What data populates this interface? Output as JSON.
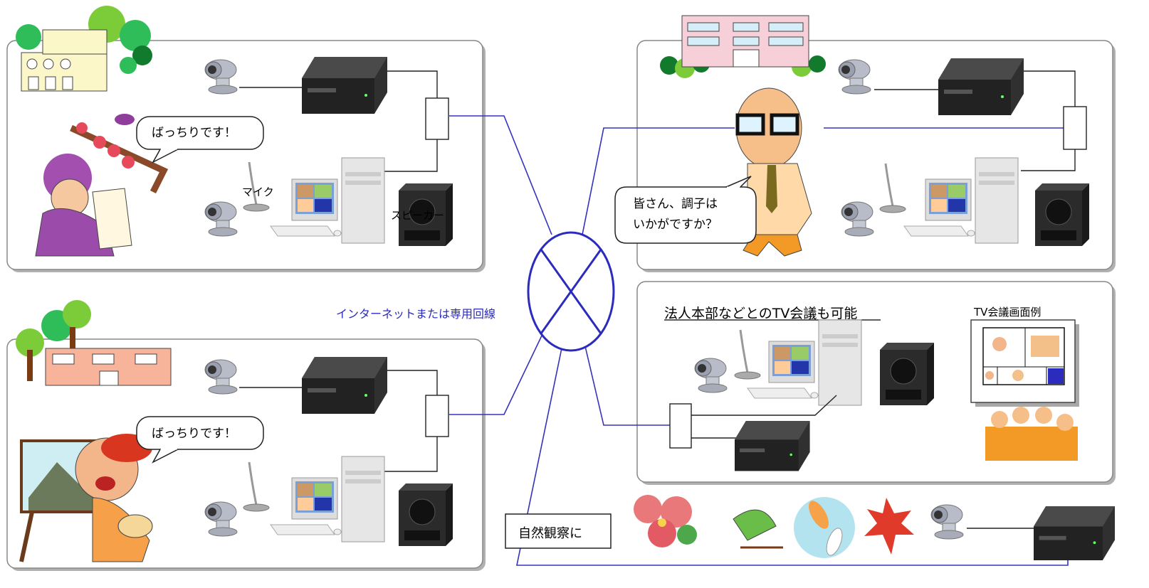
{
  "network_label": "インターネットまたは専用回線",
  "sites": {
    "top_left": {
      "speech": "ばっちりです！",
      "mic_label": "マイク",
      "speaker_label": "スピーカー"
    },
    "bottom_left": {
      "speech": "ばっちりです！"
    },
    "top_right": {
      "speech_line1": "皆さん、調子は",
      "speech_line2": "いかがですか？"
    },
    "middle_right": {
      "title": "法人本部などとのTV会議も可能",
      "screen_caption": "TV会議画面例"
    },
    "bottom": {
      "label": "自然観察に"
    }
  },
  "colors": {
    "network_line": "#3333bb",
    "panel_border": "#888888",
    "panel_shadow": "#aaaaaa",
    "device": "#2a2a2a"
  }
}
